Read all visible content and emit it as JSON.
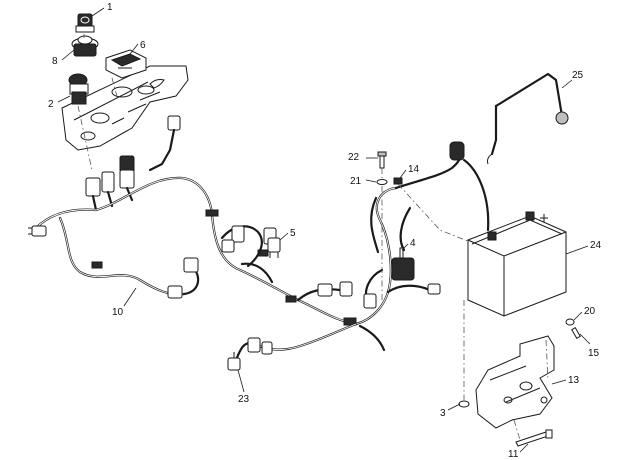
{
  "callouts": {
    "c1": "1",
    "c2": "2",
    "c3": "3",
    "c4": "4",
    "c5": "5",
    "c6": "6",
    "c8": "8",
    "c10": "10",
    "c11": "11",
    "c13": "13",
    "c14": "14",
    "c15": "15",
    "c20": "20",
    "c21": "21",
    "c22": "22",
    "c23": "23",
    "c24": "24",
    "c25": "25"
  }
}
